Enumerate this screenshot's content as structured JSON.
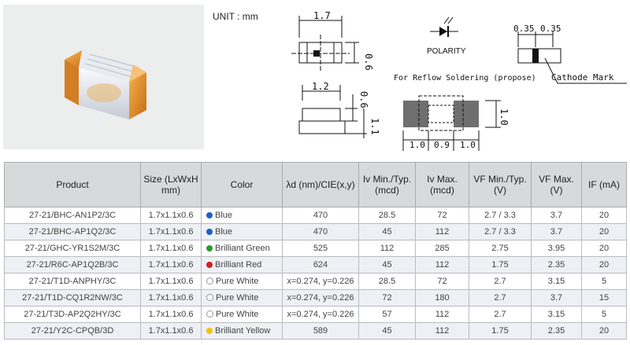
{
  "unit_label": "UNIT : mm",
  "drawings": {
    "top_width": "1.7",
    "top_height": "0.6",
    "polarity": "POLARITY",
    "pad1": "0.35",
    "pad2": "0.35",
    "cathode": "Cathode Mark",
    "side_width": "1.2",
    "side_h1": "0.6",
    "side_h2": "1.1",
    "reflow": "For Reflow Soldering (propose)",
    "solder_h": "1.0",
    "solder_a": "1.0",
    "solder_b": "0.9",
    "solder_c": "1.0"
  },
  "table": {
    "headers": [
      "Product",
      "Size (LxWxH mm)",
      "Color",
      "λd (nm)/CIE(x,y)",
      "Iv Min./Typ. (mcd)",
      "Iv Max. (mcd)",
      "VF Min./Typ. (V)",
      "VF Max. (V)",
      "IF (mA)"
    ],
    "rows": [
      {
        "product": "27-21/BHC-AN1P2/3C",
        "size": "1.7x1.1x0.6",
        "color": "Blue",
        "dot": "#1f5fbf",
        "lambda": "470",
        "iv_typ": "28.5",
        "iv_max": "72",
        "vf_typ": "2.7 / 3.3",
        "vf_max": "3.7",
        "if": "20"
      },
      {
        "product": "27-21/BHC-AP1Q2/3C",
        "size": "1.7x1.1x0.6",
        "color": "Blue",
        "dot": "#1f5fbf",
        "lambda": "470",
        "iv_typ": "45",
        "iv_max": "112",
        "vf_typ": "2.7 / 3.3",
        "vf_max": "3.7",
        "if": "20"
      },
      {
        "product": "27-21/GHC-YR1S2M/3C",
        "size": "1.7x1.1x0.6",
        "color": "Brilliant Green",
        "dot": "#2a9a2a",
        "lambda": "525",
        "iv_typ": "112",
        "iv_max": "285",
        "vf_typ": "2.75",
        "vf_max": "3.95",
        "if": "20"
      },
      {
        "product": "27-21/R6C-AP1Q2B/3C",
        "size": "1.7x1.1x0.6",
        "color": "Brilliant Red",
        "dot": "#d0201e",
        "lambda": "624",
        "iv_typ": "45",
        "iv_max": "112",
        "vf_typ": "1.75",
        "vf_max": "2.35",
        "if": "20"
      },
      {
        "product": "27-21/T1D-ANPHY/3C",
        "size": "1.7x1.1x0.6",
        "color": "Pure White",
        "dot": "#ffffff",
        "lambda": "x=0.274, y=0.226",
        "iv_typ": "28.5",
        "iv_max": "72",
        "vf_typ": "2.7",
        "vf_max": "3.15",
        "if": "5"
      },
      {
        "product": "27-21/T1D-CQ1R2NW/3C",
        "size": "1.7x1.1x0.6",
        "color": "Pure White",
        "dot": "#ffffff",
        "lambda": "x=0.274, y=0.226",
        "iv_typ": "72",
        "iv_max": "180",
        "vf_typ": "2.7",
        "vf_max": "3.7",
        "if": "15"
      },
      {
        "product": "27-21/T3D-AP2Q2HY/3C",
        "size": "1.7x1.1x0.6",
        "color": "Pure White",
        "dot": "#ffffff",
        "lambda": "x=0.274, y=0.226",
        "iv_typ": "57",
        "iv_max": "112",
        "vf_typ": "2.7",
        "vf_max": "3.15",
        "if": "5"
      },
      {
        "product": "27-21/Y2C-CPQB/3D",
        "size": "1.7x1.1x0.6",
        "color": "Brilliant Yellow",
        "dot": "#f2c400",
        "lambda": "589",
        "iv_typ": "45",
        "iv_max": "112",
        "vf_typ": "1.75",
        "vf_max": "2.35",
        "if": "20"
      }
    ]
  }
}
